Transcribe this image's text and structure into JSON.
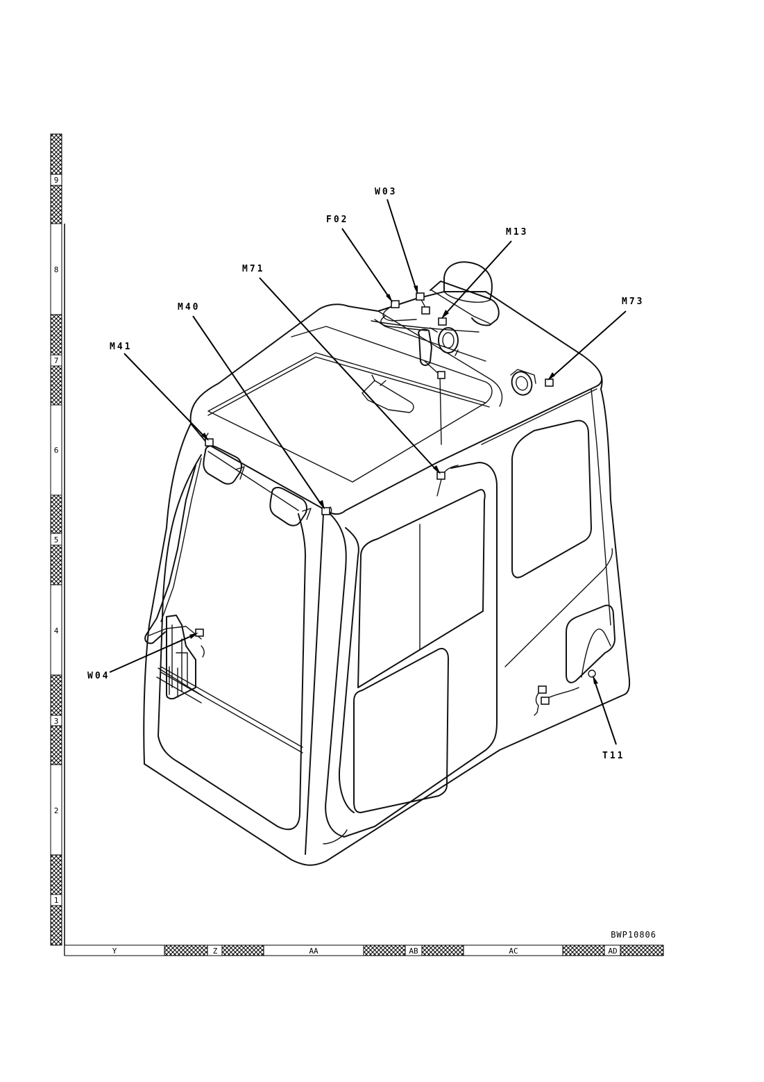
{
  "callouts": {
    "w03": "W03",
    "f02": "F02",
    "m13": "M13",
    "m71": "M71",
    "m40": "M40",
    "m73": "M73",
    "m41": "M41",
    "w04": "W04",
    "t11": "T11"
  },
  "drawing_code": "BWP10806",
  "row_labels": [
    "9",
    "8",
    "7",
    "6",
    "5",
    "4",
    "3",
    "2",
    "1"
  ],
  "column_labels": [
    "Y",
    "Z",
    "AA",
    "AB",
    "AC",
    "AD"
  ],
  "colors": {
    "ink": "#000000",
    "paper": "#ffffff"
  }
}
